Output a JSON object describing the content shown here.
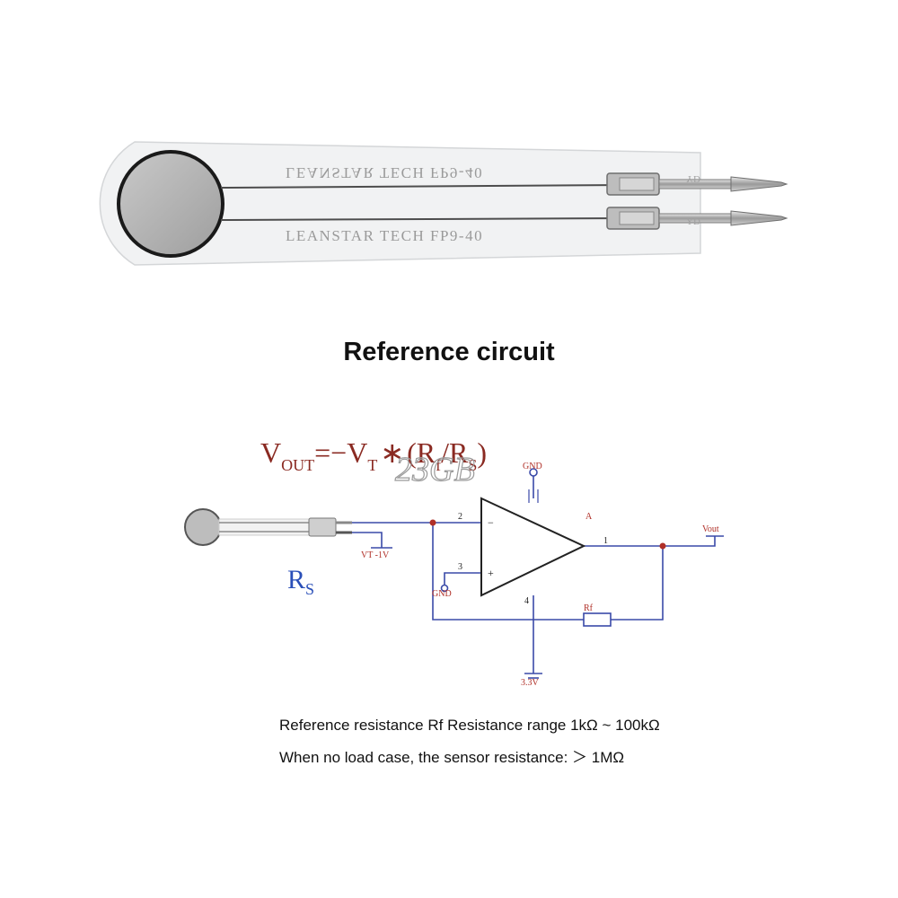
{
  "sensor": {
    "print_text": "LEANSTAR TECH FP9-40",
    "tab_mark": "YD"
  },
  "heading": "Reference circuit",
  "formula": {
    "v": "V",
    "out_sub": "OUT",
    "eq": "=−V",
    "t_sub": "T",
    "mult": "∗",
    "open": "(R",
    "f_sub": "f",
    "slash": "/R",
    "s_sub": "S",
    "close": ")"
  },
  "watermark": "23GB",
  "circuit": {
    "gnd_top": "GND",
    "gnd_bottom": "GND",
    "amp_label": "A",
    "pin_2": "2",
    "pin_3": "3",
    "pin_1": "1",
    "pin_4": "4",
    "minus": "−",
    "plus": "+",
    "vout": "Vout",
    "vt": "VT -1V",
    "rf": "Rf",
    "supply": "3.3V",
    "rs_main": "R",
    "rs_sub": "S"
  },
  "notes": {
    "line1": "Reference resistance Rf Resistance range 1kΩ ~ 100kΩ",
    "line2": "When no load case, the sensor resistance: ＞ 1MΩ"
  },
  "colors": {
    "formula": "#8a2a22",
    "wire": "#3a4aa8",
    "rs": "#2a4fb8",
    "label": "#b03028"
  }
}
